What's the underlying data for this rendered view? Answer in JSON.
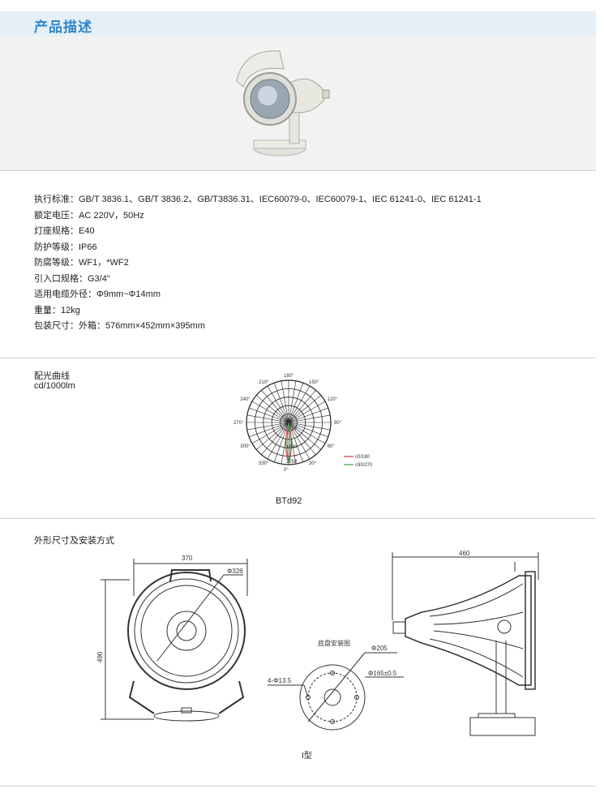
{
  "header": {
    "title": "产品描述"
  },
  "specs": {
    "standard": "执行标准：GB/T 3836.1、GB/T 3836.2、GB/T3836.31、IEC60079-0、IEC60079-1、IEC 61241-0、IEC 61241-1",
    "voltage": "额定电压：AC 220V，50Hz",
    "socket": "灯座规格：E40",
    "ip": "防护等级：IP66",
    "corrosion": "防腐等级：WF1，*WF2",
    "entry": "引入口规格：G3/4\"",
    "cable": "适用电缆外径：Φ9mm~Φ14mm",
    "weight": "重量：12kg",
    "package": "包装尺寸：外箱：576mm×452mm×395mm"
  },
  "light_curve": {
    "title": "配光曲线",
    "unit": "cd/1000lm",
    "angles": [
      "180°",
      "150°",
      "120°",
      "90°",
      "60°",
      "30°",
      "0°",
      "330°",
      "300°",
      "270°",
      "240°",
      "210°"
    ],
    "center_labels": [
      "750",
      "1500",
      "2250"
    ],
    "legend": [
      {
        "label": "c0/180",
        "color": "#d9363e"
      },
      {
        "label": "c90/270",
        "color": "#3aa34a"
      }
    ],
    "model": "BTd92"
  },
  "dimensions": {
    "title": "外形尺寸及安装方式",
    "width_front": "370",
    "height_front": "490",
    "phi_front": "Φ326",
    "width_side": "460",
    "base_title": "底盘安装图",
    "phi_base": "Φ205",
    "phi_bolt": "Φ165±0.5",
    "holes": "4-Φ13.5",
    "type": "I型"
  }
}
